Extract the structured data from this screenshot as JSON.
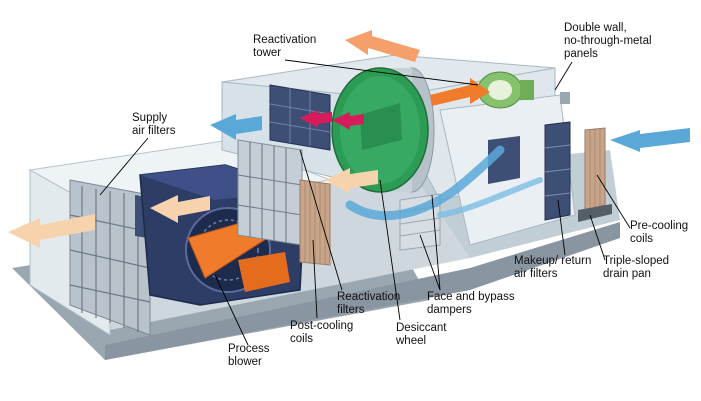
{
  "labels": {
    "reactivation_tower": "Reactivation\ntower",
    "double_wall": "Double wall,\nno-through-metal\npanels",
    "supply_filters": "Supply\nair filters",
    "pre_cooling": "Pre-cooling\ncoils",
    "makeup_filters": "Makeup/ return\nair filters",
    "drain_pan": "Triple-sloped\ndrain pan",
    "face_bypass": "Face and bypass\ndampers",
    "reactivation_filters": "Reactivation\nfilters",
    "desiccant_wheel": "Desiccant\nwheel",
    "post_cooling": "Post-cooling\ncoils",
    "process_blower": "Process\nblower"
  },
  "colors": {
    "cabinet_face": "#e6edf1",
    "cabinet_edge": "#9fb0bb",
    "base_frame": "#9aa7b0",
    "filter_dark": "#3d4f74",
    "coil_copper": "#c8a58a",
    "blower_housing": "#2e3d66",
    "blower_accent": "#f07b2a",
    "wheel_green": "#2c9b53",
    "wheel_rim": "#c9d1d8",
    "motor_green": "#86c16d",
    "air_orange": "#f5a06a",
    "air_tan": "#f6d3ad",
    "air_blue": "#5aa8d8",
    "air_magenta": "#d81b5b",
    "leader_line": "#000000"
  },
  "icons": [
    "air-flow-arrow",
    "blower-fan",
    "desiccant-wheel",
    "reactivation-motor"
  ]
}
